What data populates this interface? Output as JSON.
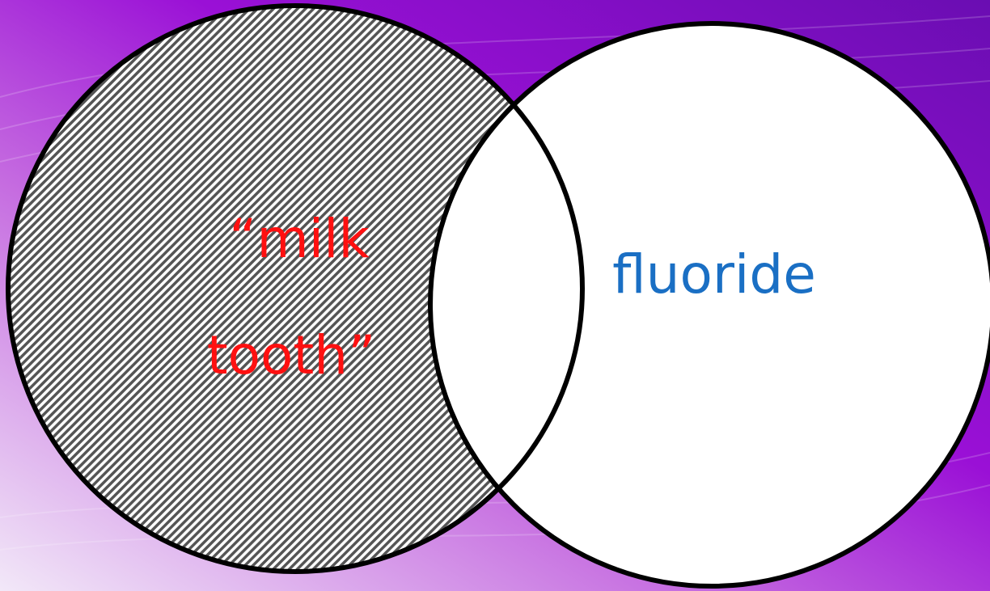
{
  "colors": {
    "background_base": "#9a10d6",
    "background_light": "#f2e8f8",
    "background_dark": "#6a0db2",
    "hatch_dark": "#555555",
    "hatch_light": "#ffffff",
    "circle_outline": "#000000",
    "right_circle_fill": "#ffffff",
    "left_label_color": "#ff1010",
    "right_label_color": "#1a6fc4"
  },
  "venn": {
    "left_set": {
      "fill_style": "diagonal-hatch",
      "label_lines": [
        "“milk",
        "tooth”"
      ]
    },
    "right_set": {
      "fill_style": "solid-white",
      "label_lines": [
        "fluoride"
      ]
    }
  }
}
